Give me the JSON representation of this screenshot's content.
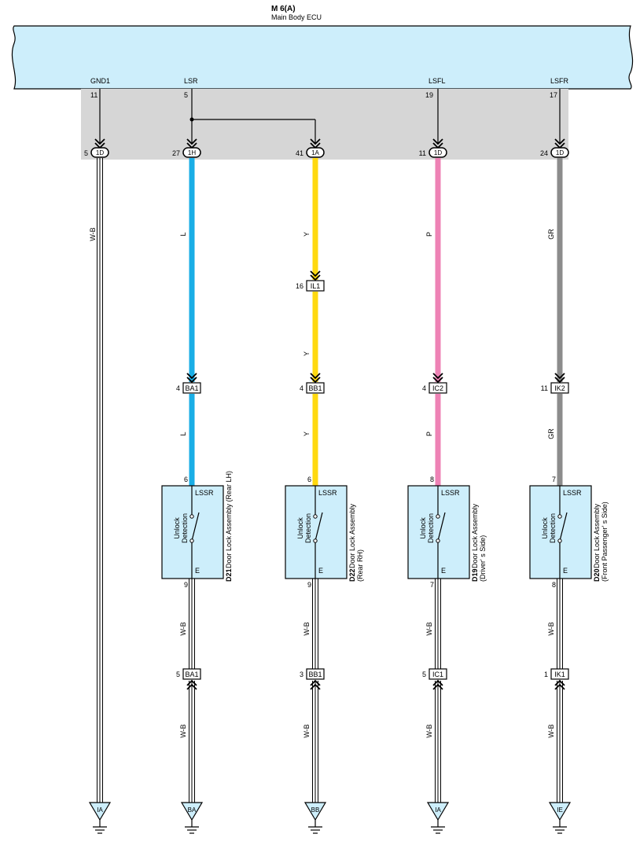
{
  "ecu": {
    "code": "M 6(A)",
    "name": "Main Body ECU"
  },
  "circuits": [
    {
      "pin_label": "GND1",
      "ecu_pin": "11",
      "junction": {
        "connector": "1D",
        "pin": "5"
      },
      "wire_color_label": "W-B",
      "ground_label": "IA",
      "color": "#ffffff"
    },
    {
      "pin_label": "LSR",
      "ecu_pin": "5",
      "junction": {
        "connector": "1H",
        "pin": "27"
      },
      "wire_color_label": "L",
      "color": "#1aaee6",
      "inline_connector": {
        "name": "BA1",
        "pin": "4"
      },
      "assembly": {
        "code": "D21",
        "name": "Door Lock Assembly (Rear LH)",
        "name_line2": "",
        "input_pin": "6",
        "output_pin": "9",
        "terminal_top": "LSSR",
        "terminal_bottom": "E",
        "switch_label_1": "Unlock",
        "switch_label_2": "Detection"
      },
      "ground_wire_label": "W-B",
      "ground_connector": {
        "name": "BA1",
        "pin": "5"
      },
      "ground_label": "BA"
    },
    {
      "pin_label": "",
      "ecu_pin": "",
      "junction": {
        "connector": "1A",
        "pin": "41"
      },
      "wire_color_label": "Y",
      "color": "#ffd90f",
      "mid_connector": {
        "name": "IL1",
        "pin": "16"
      },
      "inline_connector": {
        "name": "BB1",
        "pin": "4"
      },
      "assembly": {
        "code": "D22",
        "name": "Door Lock Assembly",
        "name_line2": "(Rear RH)",
        "input_pin": "6",
        "output_pin": "9",
        "terminal_top": "LSSR",
        "terminal_bottom": "E",
        "switch_label_1": "Unlock",
        "switch_label_2": "Detection"
      },
      "ground_wire_label": "W-B",
      "ground_connector": {
        "name": "BB1",
        "pin": "3"
      },
      "ground_label": "BB"
    },
    {
      "pin_label": "LSFL",
      "ecu_pin": "19",
      "junction": {
        "connector": "1D",
        "pin": "11"
      },
      "wire_color_label": "P",
      "color": "#ee82b5",
      "inline_connector": {
        "name": "IC2",
        "pin": "4"
      },
      "assembly": {
        "code": "D19",
        "name": "Door Lock Assembly",
        "name_line2": "(Driver' s Side)",
        "input_pin": "8",
        "output_pin": "7",
        "terminal_top": "LSSR",
        "terminal_bottom": "E",
        "switch_label_1": "Unlock",
        "switch_label_2": "Detection"
      },
      "ground_wire_label": "W-B",
      "ground_connector": {
        "name": "IC1",
        "pin": "5"
      },
      "ground_label": "IA"
    },
    {
      "pin_label": "LSFR",
      "ecu_pin": "17",
      "junction": {
        "connector": "1D",
        "pin": "24"
      },
      "wire_color_label": "GR",
      "color": "#8c8c8c",
      "inline_connector": {
        "name": "IK2",
        "pin": "11"
      },
      "assembly": {
        "code": "D20",
        "name": "Door Lock Assembly",
        "name_line2": "(Front Passenger' s Side)",
        "input_pin": "7",
        "output_pin": "8",
        "terminal_top": "LSSR",
        "terminal_bottom": "E",
        "switch_label_1": "Unlock",
        "switch_label_2": "Detection"
      },
      "ground_wire_label": "W-B",
      "ground_connector": {
        "name": "IK1",
        "pin": "1"
      },
      "ground_label": "IE"
    }
  ],
  "colors": {
    "ecu_fill": "#cdeefb",
    "junction_block": "#d6d6d6",
    "assembly_fill": "#cdeefb"
  }
}
